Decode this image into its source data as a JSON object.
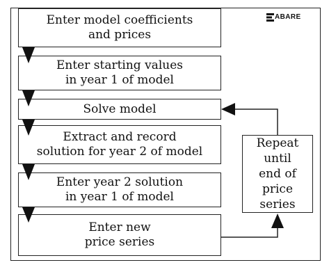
{
  "logo": {
    "text": "ABARE"
  },
  "steps": [
    {
      "label": "Enter model coefficients\nand prices"
    },
    {
      "label": "Enter starting values\nin year 1 of model"
    },
    {
      "label": "Solve model"
    },
    {
      "label": "Extract and record\nsolution for year 2 of model"
    },
    {
      "label": "Enter year 2 solution\nin year 1 of model"
    },
    {
      "label": "Enter new\nprice series"
    }
  ],
  "loop_box": {
    "label": "Repeat until\nend of\nprice series"
  },
  "icons": {
    "down_arrow": "down-triangle-arrow",
    "loop_arrow": "left-pointing-arrow"
  }
}
